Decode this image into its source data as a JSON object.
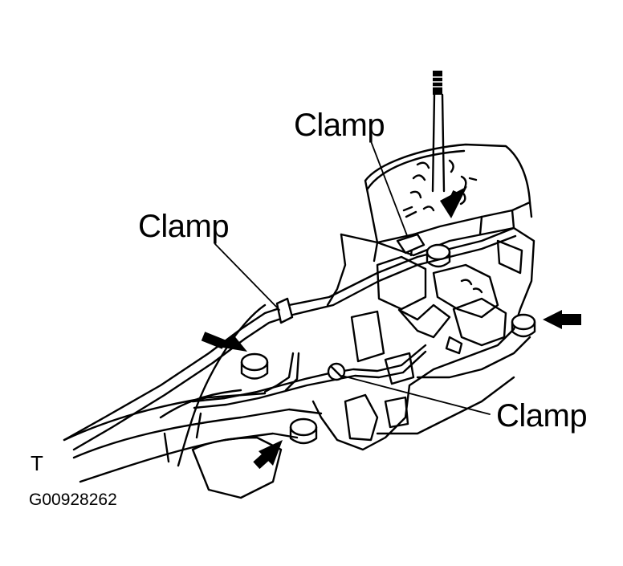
{
  "figure": {
    "callouts": [
      {
        "id": "clamp-top",
        "text": "Clamp"
      },
      {
        "id": "clamp-left",
        "text": "Clamp"
      },
      {
        "id": "clamp-right",
        "text": "Clamp"
      }
    ],
    "corner_mark": "T",
    "figure_code": "G00928262",
    "icons": [
      "bolt-arrow-icon",
      "bolt-icon",
      "clamp-icon",
      "shift-lever-icon"
    ],
    "colors": {
      "ink": "#000000",
      "paper": "#ffffff"
    }
  }
}
